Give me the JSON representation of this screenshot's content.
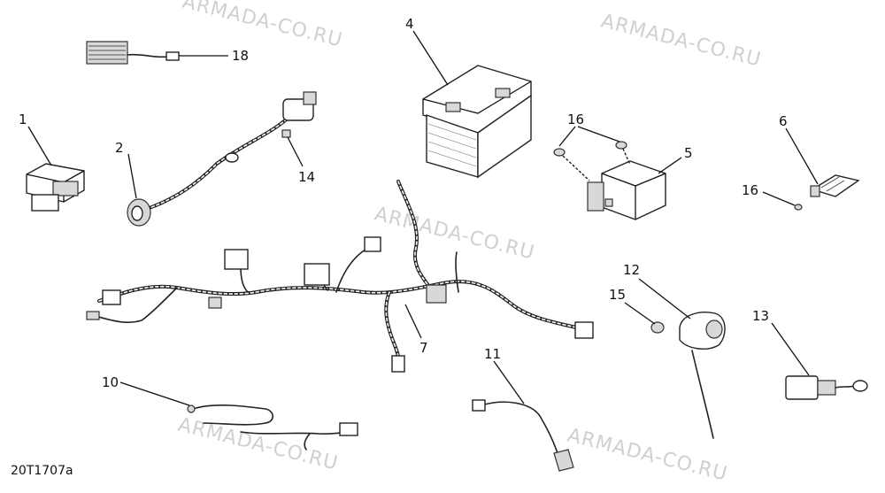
{
  "diagram": {
    "code": "20T1707a",
    "watermark": "ARMADA-CO.RU",
    "callouts": {
      "c1": "1",
      "c2": "2",
      "c4": "4",
      "c5": "5",
      "c6": "6",
      "c7": "7",
      "c10": "10",
      "c11": "11",
      "c12": "12",
      "c13": "13",
      "c14": "14",
      "c15": "15",
      "c16a": "16",
      "c16b": "16",
      "c18": "18"
    }
  }
}
